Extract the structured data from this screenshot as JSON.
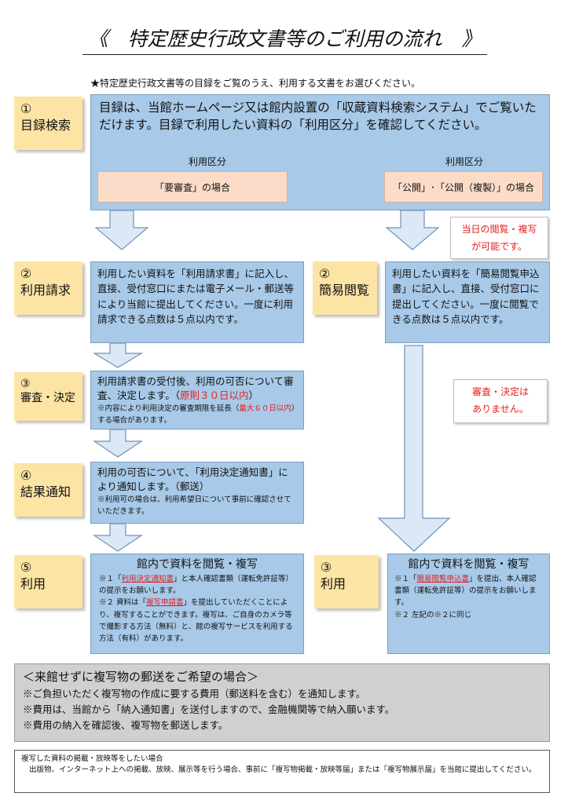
{
  "title": "《　特定歴史行政文書等のご利用の流れ　》",
  "intro": "★特定歴史行政文書等の目録をご覧のうえ、利用する文書をお選びください。",
  "step1": {
    "num": "①",
    "label": "目録検索",
    "body": "目録は、当館ホームページ又は館内設置の「収蔵資料検索システム」でご覧いただけます。目録で利用したい資料の「利用区分」を確認してください。",
    "kubun_label_left": "利用区分",
    "kubun_label_right": "利用区分",
    "kubun_left": "「要審査」の場合",
    "kubun_right": "「公開」･「公開（複製）」の場合"
  },
  "same_day_note": [
    "当日の閲覧・複写",
    "が可能です。"
  ],
  "step2_left": {
    "num": "②",
    "label": "利用請求",
    "body": "利用したい資料を「利用請求書」に記入し、直接、受付窓口にまたは電子メール・郵送等により当館に提出してください。一度に利用請求できる点数は５点以内です。"
  },
  "step2_right": {
    "num": "②",
    "label": "簡易閲覧",
    "body": "利用したい資料を「簡易閲覧申込書」に記入し、直接、受付窓口に提出してください。一度に閲覧できる点数は５点以内です。"
  },
  "step3": {
    "num": "③",
    "label": "審査・決定",
    "body_a": "利用請求書の受付後、利用の可否について審査、決定します。（",
    "body_red": "原則３０日以内",
    "body_b": "）",
    "small_a": "※内容により利用決定の審査期限を延長（",
    "small_red": "最大６０日以内",
    "small_b": "）する場合があります。"
  },
  "no_review_note": [
    "審査・決定は",
    "ありません。"
  ],
  "step4": {
    "num": "④",
    "label": "結果通知",
    "body": "利用の可否について、「利用決定通知書」により通知します。（郵送）",
    "small": "※利用可の場合は、利用希望日について事前に確認させていただきます。"
  },
  "step5": {
    "num": "⑤",
    "label": "利用",
    "heading": "館内で資料を閲覧・複写",
    "n1_a": "※１「",
    "n1_red": "利用決定通知書",
    "n1_b": "」と本人確認書類（運転免許証等）の提示をお願いします。",
    "n2_a": "※２ 資料は「",
    "n2_red": "複写申請書",
    "n2_b": "」を提出していただくことにより、複写することができます。複写は、ご自身のカメラ等で撮影する方法（無料）と、館の複写サービスを利用する方法（有料）があります。"
  },
  "step3_right": {
    "num": "③",
    "label": "利用",
    "heading": "館内で資料を閲覧・複写",
    "n1_a": "※１「",
    "n1_red": "簡易閲覧申込書",
    "n1_b": "」を提出、本人確認書類（運転免許証等）の提示をお願いします。",
    "n2": "※２ 左記の※２に同じ"
  },
  "mail": {
    "heading": "＜来館せずに複写物の郵送をご希望の場合＞",
    "line1": "※ご負担いただく複写物の作成に要する費用（郵送料を含む）を通知します。",
    "line2": "※費用は、当館から「納入通知書」を送付しますので、金融機関等で納入願います。",
    "line3": "※費用の納入を確認後、複写物を郵送します。"
  },
  "footer": {
    "heading": "複写した資料の掲載・放映等をしたい場合",
    "body": "出版物、インターネット上への掲載、放映、展示等を行う場合、事前に「複写物掲載・放映等届」または「複写物展示届」を当館に提出してください。"
  }
}
